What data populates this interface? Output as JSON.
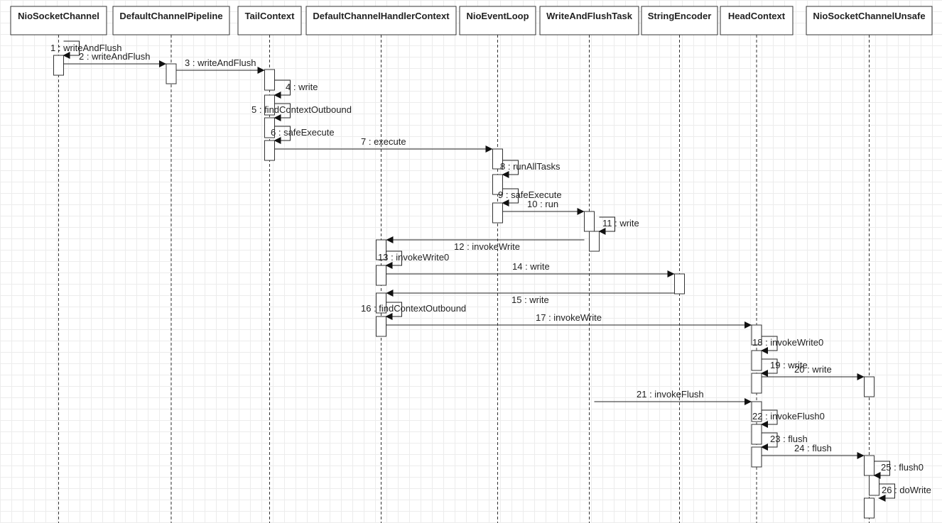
{
  "participants": [
    {
      "id": "nsc",
      "label": "NioSocketChannel"
    },
    {
      "id": "dcp",
      "label": "DefaultChannelPipeline"
    },
    {
      "id": "tail",
      "label": "TailContext"
    },
    {
      "id": "dchc",
      "label": "DefaultChannelHandlerContext"
    },
    {
      "id": "nel",
      "label": "NioEventLoop"
    },
    {
      "id": "wfft",
      "label": "WriteAndFlushTask"
    },
    {
      "id": "se",
      "label": "StringEncoder"
    },
    {
      "id": "head",
      "label": "HeadContext"
    },
    {
      "id": "nscu",
      "label": "NioSocketChannelUnsafe"
    }
  ],
  "messages": [
    {
      "label": "1 : writeAndFlush",
      "from": "nsc",
      "to": "nsc"
    },
    {
      "label": "2 : writeAndFlush",
      "from": "nsc",
      "to": "dcp"
    },
    {
      "label": "3 : writeAndFlush",
      "from": "dcp",
      "to": "tail"
    },
    {
      "label": "4 : write",
      "from": "tail",
      "to": "tail"
    },
    {
      "label": "5 : findContextOutbound",
      "from": "tail",
      "to": "tail"
    },
    {
      "label": "6 : safeExecute",
      "from": "tail",
      "to": "tail"
    },
    {
      "label": "7 : execute",
      "from": "tail",
      "to": "nel"
    },
    {
      "label": "8 : runAllTasks",
      "from": "nel",
      "to": "nel"
    },
    {
      "label": "9 : safeExecute",
      "from": "nel",
      "to": "nel"
    },
    {
      "label": "10 : run",
      "from": "nel",
      "to": "wfft"
    },
    {
      "label": "11 : write",
      "from": "wfft",
      "to": "wfft"
    },
    {
      "label": "12 : invokeWrite",
      "from": "wfft",
      "to": "dchc"
    },
    {
      "label": "13 : invokeWrite0",
      "from": "dchc",
      "to": "dchc"
    },
    {
      "label": "14 : write",
      "from": "dchc",
      "to": "se"
    },
    {
      "label": "15 : write",
      "from": "se",
      "to": "dchc"
    },
    {
      "label": "16 : findContextOutbound",
      "from": "dchc",
      "to": "dchc"
    },
    {
      "label": "17 : invokeWrite",
      "from": "dchc",
      "to": "head"
    },
    {
      "label": "18 : invokeWrite0",
      "from": "head",
      "to": "head"
    },
    {
      "label": "19 : write",
      "from": "head",
      "to": "head"
    },
    {
      "label": "20 : write",
      "from": "head",
      "to": "nscu"
    },
    {
      "label": "21 : invokeFlush",
      "from": "wfft",
      "to": "head"
    },
    {
      "label": "22 : invokeFlush0",
      "from": "head",
      "to": "head"
    },
    {
      "label": "23 : flush",
      "from": "head",
      "to": "head"
    },
    {
      "label": "24 : flush",
      "from": "head",
      "to": "nscu"
    },
    {
      "label": "25 : flush0",
      "from": "nscu",
      "to": "nscu"
    },
    {
      "label": "26 : doWrite",
      "from": "nscu",
      "to": "nscu"
    }
  ]
}
